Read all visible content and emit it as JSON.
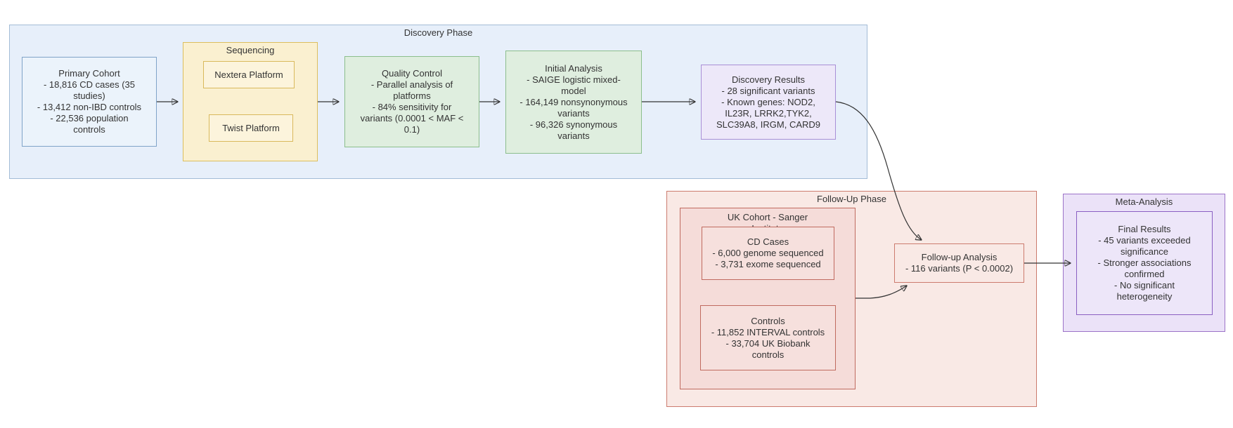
{
  "diagram": {
    "colors": {
      "discovery_fill": "#E7EFFA",
      "discovery_border": "#A3BCD6",
      "cohort_fill": "#EBF3FB",
      "cohort_border": "#7FA3C8",
      "sequencing_fill": "#FAF0D0",
      "sequencing_border": "#DCBE5E",
      "platform_fill": "#FCF4DC",
      "platform_border": "#D9B95C",
      "analysis_fill": "#DFEEDF",
      "analysis_border": "#8CBE8C",
      "results_fill": "#EDE8F9",
      "results_border": "#A98FD6",
      "followup_fill": "#F9E9E5",
      "followup_border": "#CC7B6E",
      "uk_fill": "#F5DCD9",
      "uk_border": "#C06A5F",
      "meta_fill": "#EBE2F8",
      "meta_border": "#9C73C8",
      "final_fill": "#EDE6F9",
      "final_border": "#8A5FC2",
      "arrow": "#333333",
      "text": "#333333"
    },
    "discovery": {
      "label": "Discovery Phase",
      "primary_cohort_lines": [
        "Primary Cohort",
        "- 18,816 CD cases (35",
        "studies)",
        "- 13,412 non-IBD controls",
        "- 22,536 population",
        "controls"
      ],
      "sequencing_label": "Sequencing",
      "nextera_label": "Nextera Platform",
      "twist_label": "Twist Platform",
      "quality_control_lines": [
        "Quality Control",
        "- Parallel analysis of",
        "platforms",
        "- 84% sensitivity for",
        "variants (0.0001 < MAF <",
        "0.1)"
      ],
      "initial_analysis_lines": [
        "Initial Analysis",
        "- SAIGE logistic mixed-",
        "model",
        "- 164,149 nonsynonymous",
        "variants",
        "- 96,326 synonymous",
        "variants"
      ],
      "discovery_results_lines": [
        "Discovery Results",
        "- 28 significant variants",
        "- Known genes: NOD2,",
        "IL23R, LRRK2,TYK2,",
        "SLC39A8, IRGM, CARD9"
      ]
    },
    "follow_up": {
      "label": "Follow-Up Phase",
      "uk_cohort_label_line1": "UK Cohort - Sanger",
      "uk_cohort_label_line2": "Institute",
      "cd_cases_lines": [
        "CD Cases",
        "- 6,000 genome sequenced",
        "- 3,731 exome sequenced"
      ],
      "controls_lines": [
        "Controls",
        "- 11,852 INTERVAL controls",
        "- 33,704 UK Biobank",
        "controls"
      ],
      "follow_up_analysis_lines": [
        "Follow-up Analysis",
        "- 116 variants (P < 0.0002)"
      ]
    },
    "meta_analysis": {
      "label": "Meta-Analysis",
      "final_results_lines": [
        "Final Results",
        "- 45 variants exceeded",
        "significance",
        "- Stronger associations",
        "confirmed",
        "- No significant",
        "heterogeneity"
      ]
    }
  }
}
